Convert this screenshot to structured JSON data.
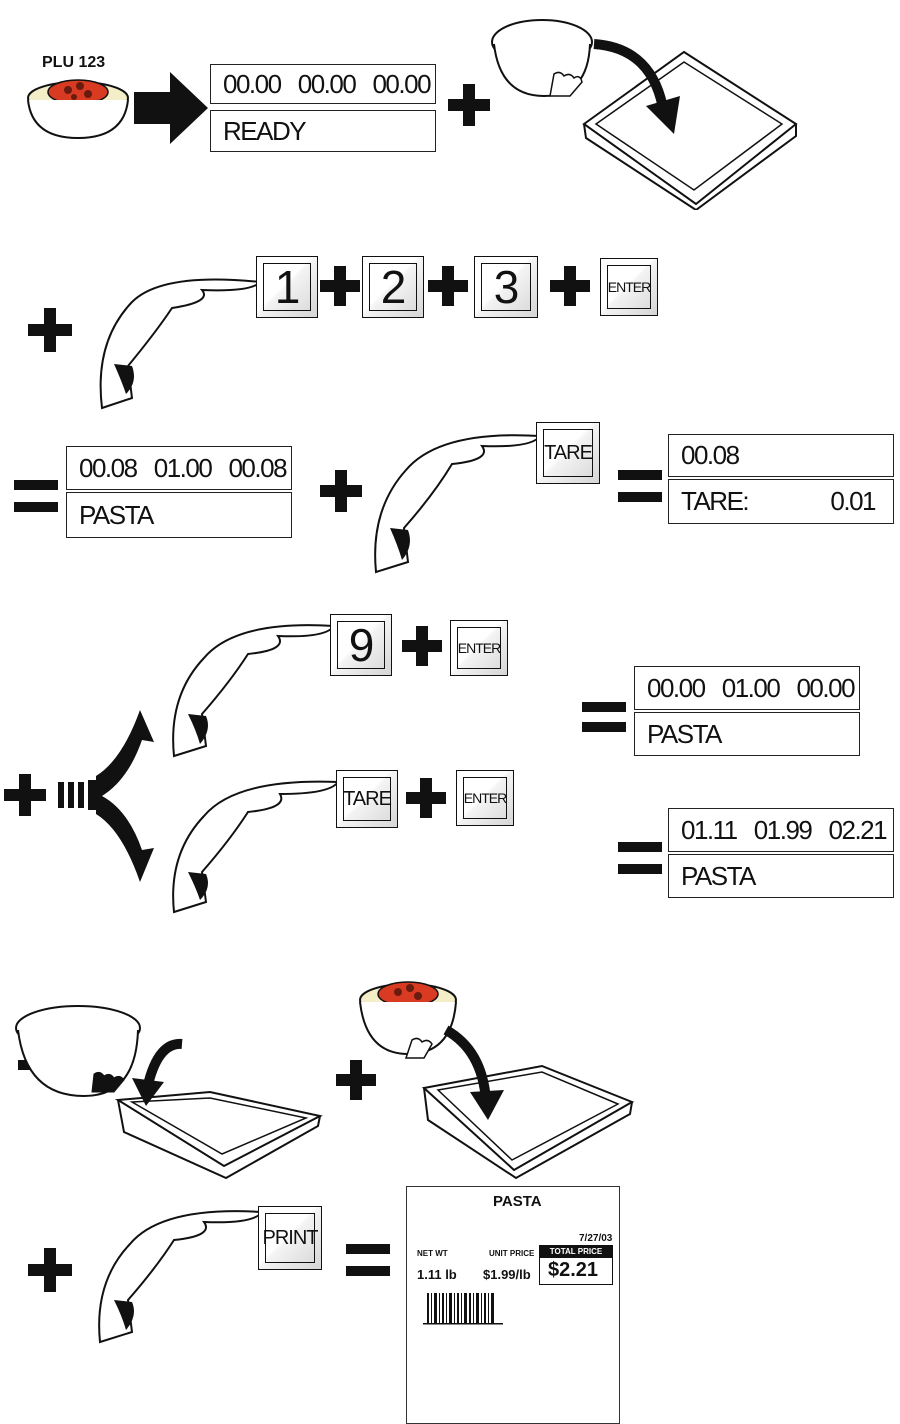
{
  "plu_label": "PLU 123",
  "step1": {
    "display": {
      "top": "00.00   00.00   00.00",
      "bottom": "READY"
    }
  },
  "step2": {
    "keys": [
      "1",
      "2",
      "3",
      "ENTER"
    ]
  },
  "step3": {
    "display_after_plu": {
      "top": "00.08   01.00   00.08",
      "bottom": "PASTA"
    },
    "key": "TARE",
    "display_after_tare": {
      "top": "00.08",
      "bottom_label": "TARE:",
      "bottom_value": "0.01"
    }
  },
  "step4": {
    "option_a_keys": [
      "9",
      "ENTER"
    ],
    "option_b_keys": [
      "TARE",
      "ENTER"
    ],
    "display": {
      "top": "00.00   01.00   00.00",
      "bottom": "PASTA"
    }
  },
  "step5": {
    "display": {
      "top": "01.11   01.99   02.21",
      "bottom": "PASTA"
    }
  },
  "step6": {
    "key": "PRINT",
    "label": {
      "title": "PASTA",
      "date": "7/27/03",
      "net_wt_label": "NET WT",
      "unit_price_label": "UNIT PRICE",
      "total_price_label": "TOTAL PRICE",
      "net_wt": "1.11 lb",
      "unit_price": "$1.99/lb",
      "total_price": "$2.21"
    }
  }
}
